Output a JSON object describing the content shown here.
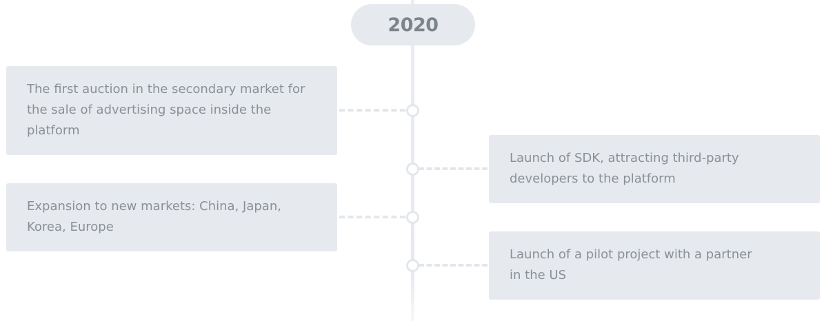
{
  "timeline": {
    "year": "2020",
    "events": [
      {
        "side": "left",
        "text": "The first auction in the secondary market for the sale of advertising space inside the platform"
      },
      {
        "side": "right",
        "text": "Launch of SDK, attracting third-party developers to the platform"
      },
      {
        "side": "left",
        "text": "Expansion to new markets: China, Japan, Korea, Europe"
      },
      {
        "side": "right",
        "text": "Launch of a pilot project with a partner in the US"
      }
    ]
  }
}
